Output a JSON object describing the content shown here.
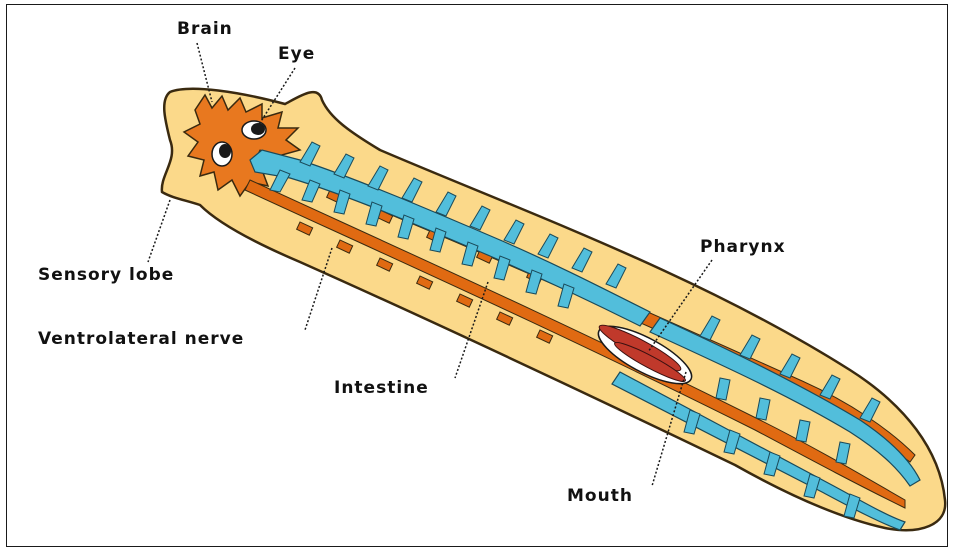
{
  "labels": {
    "brain": "Brain",
    "eye": "Eye",
    "sensory_lobe": "Sensory lobe",
    "ventrolateral_nerve": "Ventrolateral nerve",
    "intestine": "Intestine",
    "pharynx": "Pharynx",
    "mouth": "Mouth"
  },
  "colors": {
    "body": "#FBD98A",
    "body_outline": "#3a2a10",
    "nerve": "#E06A12",
    "intestine": "#52BEDB",
    "pharynx": "#C0392B",
    "outline": "#1a1a1a"
  }
}
